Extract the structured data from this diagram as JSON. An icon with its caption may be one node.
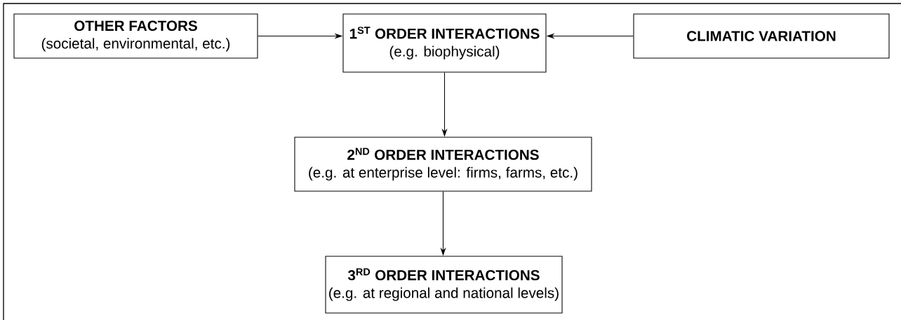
{
  "diagram": {
    "nodes": [
      {
        "text": [
          "OTHER FACTORS",
          "(societal, environmental, etc.)"
        ]
      },
      {
        "text": [
          "1$^{ST}$ ORDER INTERACTIONS",
          "(e.g. biophysical)"
        ]
      },
      {
        "text": [
          "CLIMATIC VARIATION"
        ]
      },
      {
        "text": [
          "2$^{ND}$ ORDER INTERACTIONS",
          "(e.g. at enterprise level: firms, farms, etc.)"
        ]
      },
      {
        "text": [
          "3$^{RD}$ ORDER INTERACTIONS",
          "(e.g. at regional and national levels)"
        ]
      }
    ],
    "edges": [
      {
        "from": 0,
        "to": 1,
        "arrow": "to"
      },
      {
        "from": 2,
        "to": 1,
        "arrow": "to"
      },
      {
        "from": 1,
        "to": 3,
        "arrow": "to"
      },
      {
        "from": 3,
        "to": 4,
        "arrow": "to"
      }
    ]
  }
}
